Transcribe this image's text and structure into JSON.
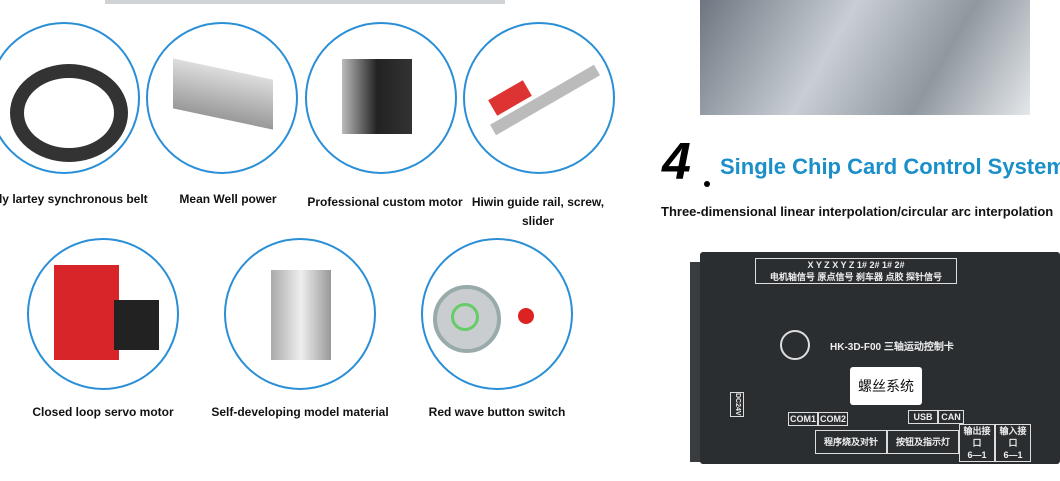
{
  "features_row1": [
    {
      "label": "aly lartey synchronous belt",
      "icon": "timing-belt"
    },
    {
      "label": "Mean Well power",
      "icon": "power-supply"
    },
    {
      "label": "Professional custom motor",
      "icon": "stepper-motor"
    },
    {
      "label": "Hiwin guide rail, screw, slider",
      "icon": "guide-rail"
    }
  ],
  "features_row2": [
    {
      "label": "Closed loop servo motor",
      "icon": "servo-motor"
    },
    {
      "label": "Self-developing model material",
      "icon": "fixture"
    },
    {
      "label": "Red wave button switch",
      "icon": "button-switch"
    }
  ],
  "section": {
    "number": "4",
    "title": "Single Chip Card Control System",
    "subtitle": "Three-dimensional linear interpolation/circular arc interpolation"
  },
  "controller": {
    "model": "HK-3D-F00 三轴运动控制卡",
    "sticker": "螺丝系统",
    "top_labels": [
      "X",
      "Y",
      "Z",
      "X",
      "Y",
      "Z",
      "1#",
      "2#",
      "1#",
      "2#"
    ],
    "top_groups": [
      "电机轴信号",
      "原点信号",
      "刹车器",
      "点胶",
      "探针信号"
    ],
    "ports": [
      "COM1",
      "COM2",
      "USB",
      "CAN"
    ],
    "bottom_labels": [
      "程序烧及对针",
      "按钮及指示灯",
      "输出接口",
      "输入接口",
      "6—1",
      "6—1"
    ],
    "power": "DC24V"
  },
  "colors": {
    "accent": "#1a8fc9",
    "circle_border": "#2a8fd6"
  }
}
